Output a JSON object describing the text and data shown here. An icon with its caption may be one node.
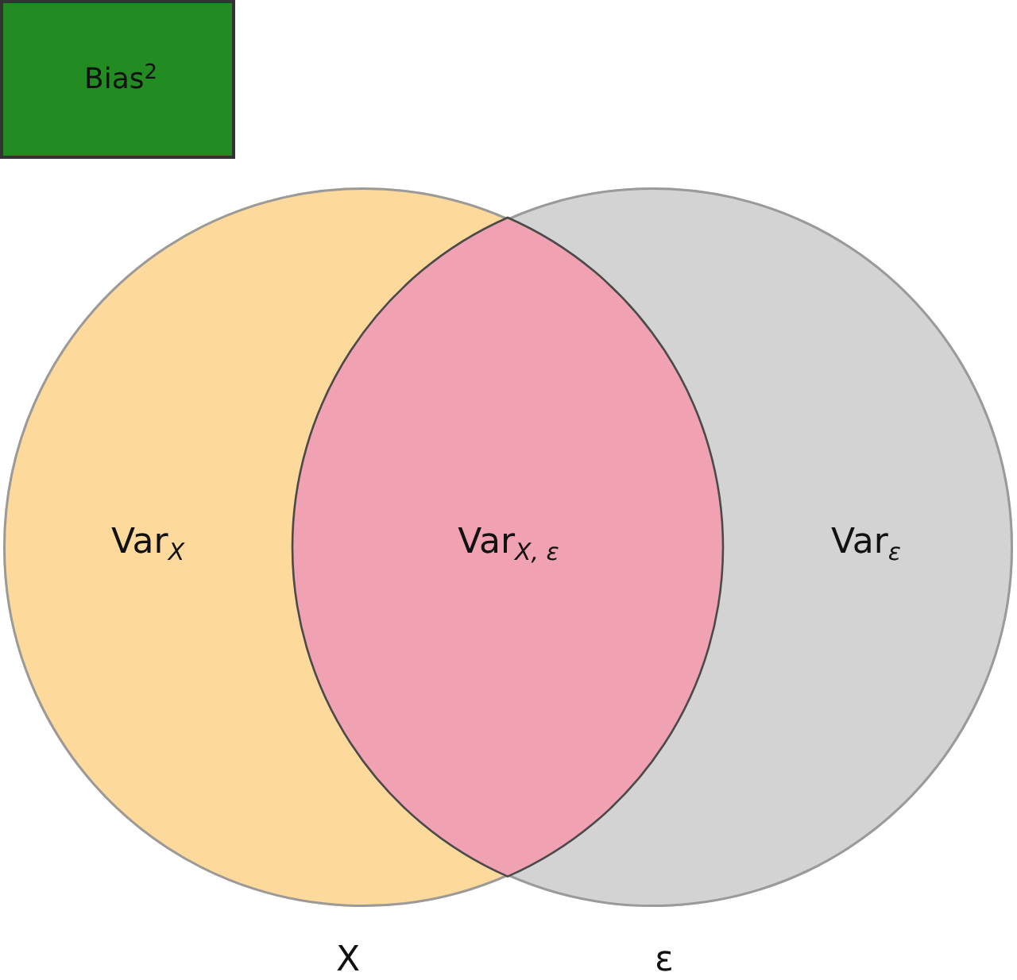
{
  "diagram": {
    "nodes": [
      {
        "text": [
          "Bias$^{2}$"
        ]
      },
      {
        "text": [
          "Var$_{X}$"
        ],
        "beside": [
          "X"
        ]
      },
      {
        "text": [
          "Var$_{ε}$"
        ],
        "beside": [
          "ε"
        ]
      },
      {
        "text": [
          "Var$_{X, ε}$"
        ]
      }
    ]
  }
}
